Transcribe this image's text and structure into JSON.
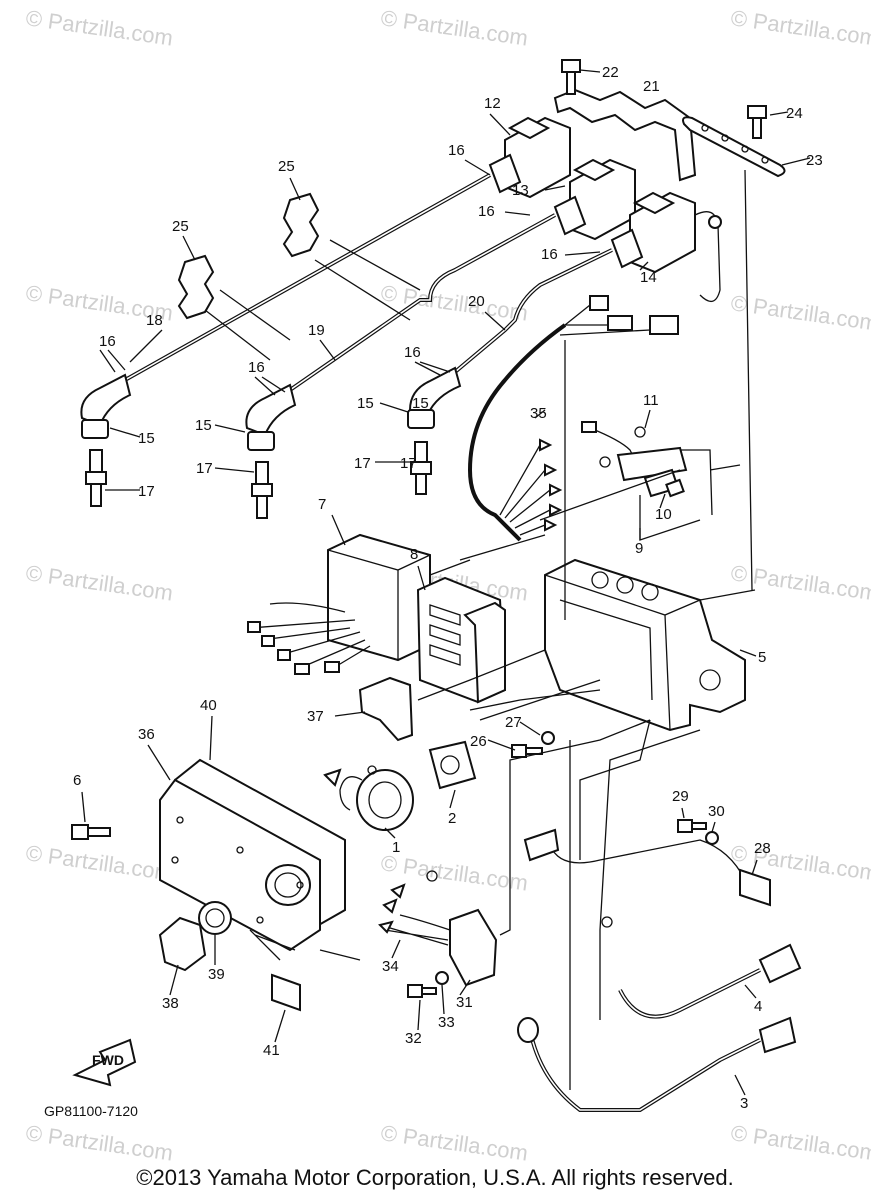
{
  "diagram": {
    "drawing_code": "GP81100-7120",
    "copyright": "©2013 Yamaha Motor Corporation, U.S.A. All rights reserved.",
    "direction_label": "FWD",
    "watermark": "© Partzilla.com",
    "callouts": [
      "1",
      "2",
      "3",
      "4",
      "5",
      "6",
      "7",
      "8",
      "9",
      "10",
      "11",
      "12",
      "13",
      "14",
      "15",
      "15",
      "15",
      "15",
      "16",
      "16",
      "16",
      "16",
      "16",
      "16",
      "17",
      "17",
      "17",
      "17",
      "18",
      "19",
      "20",
      "21",
      "22",
      "23",
      "24",
      "25",
      "25",
      "26",
      "27",
      "28",
      "29",
      "30",
      "31",
      "32",
      "33",
      "34",
      "35",
      "36",
      "37",
      "38",
      "39",
      "40",
      "41"
    ]
  }
}
